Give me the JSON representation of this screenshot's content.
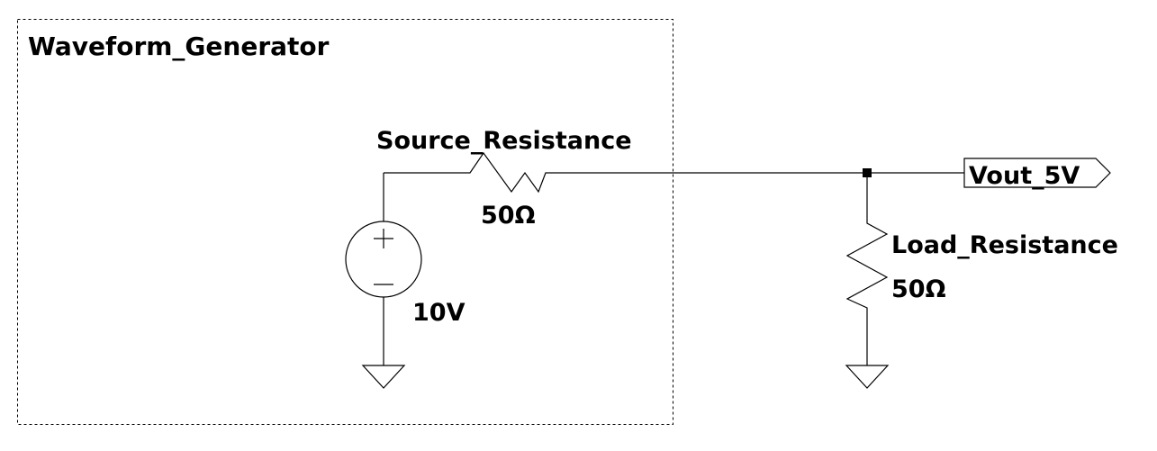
{
  "diagram": {
    "generator_box": {
      "title": "Waveform_Generator"
    },
    "source_resistor": {
      "name": "Source_Resistance",
      "value": "50Ω"
    },
    "voltage_source": {
      "value": "10V",
      "plus_symbol": "+",
      "minus_symbol": "−"
    },
    "load_resistor": {
      "name": "Load_Resistance",
      "value": "50Ω"
    },
    "output_port": {
      "label": "Vout_5V"
    }
  }
}
